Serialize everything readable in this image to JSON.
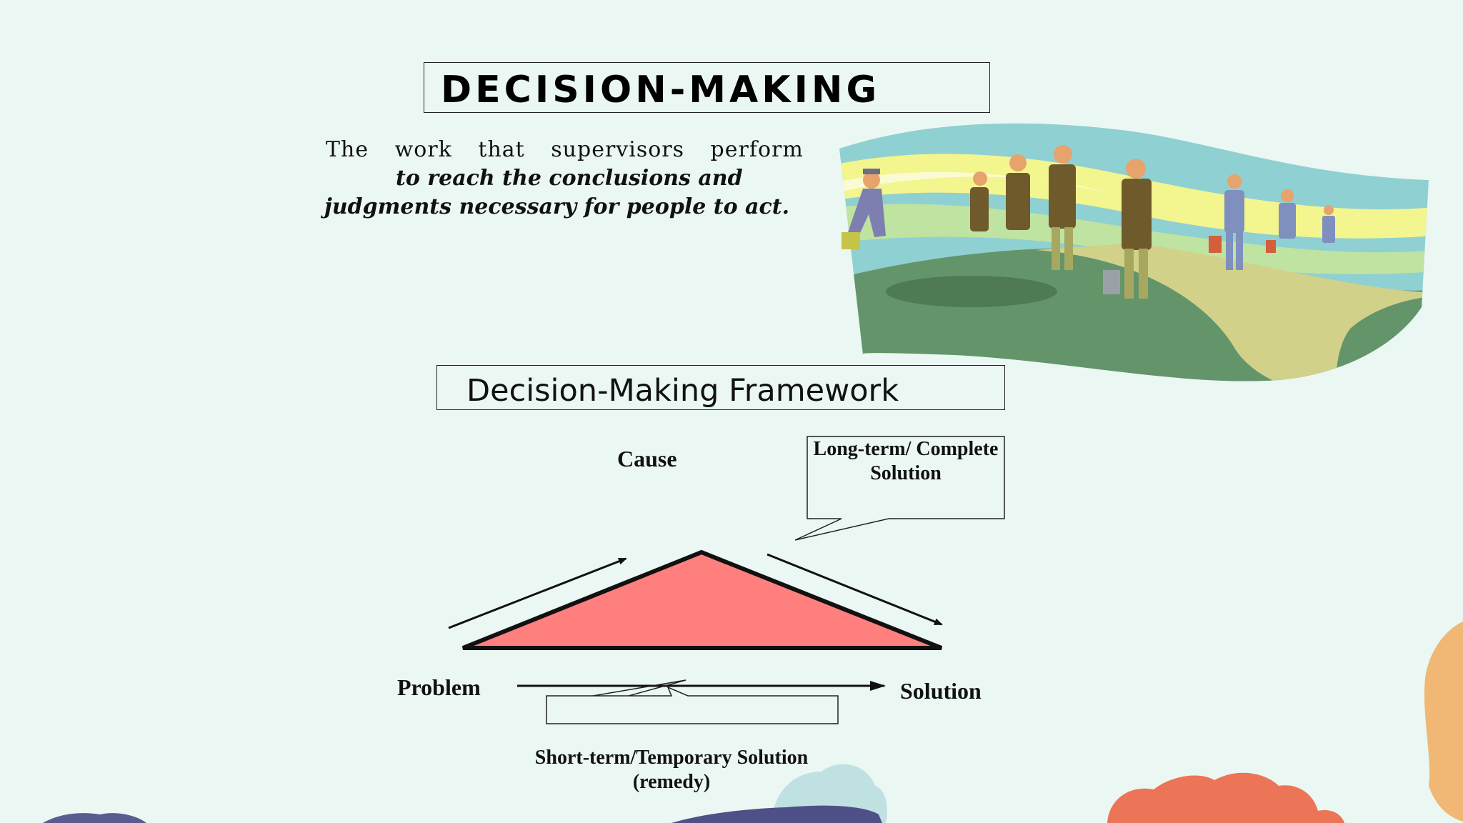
{
  "slide": {
    "title": "DECISION-MAKING",
    "definition": {
      "line1": "The work that supervisors perform",
      "line2": "to reach the conclusions and",
      "line3": "judgments necessary for people to act."
    }
  },
  "framework": {
    "title": "Decision-Making Framework",
    "cause": "Cause",
    "problem": "Problem",
    "solution": "Solution",
    "long_term_callout": "Long-term/ Complete Solution",
    "short_term_callout": "Short-term/Temporary Solution (remedy)"
  },
  "colors": {
    "background": "#ebf7f2",
    "triangle_fill": "#ff7f7f",
    "accent_orange": "#f0b874",
    "accent_red": "#ec7457",
    "accent_navy": "#4e5087"
  }
}
